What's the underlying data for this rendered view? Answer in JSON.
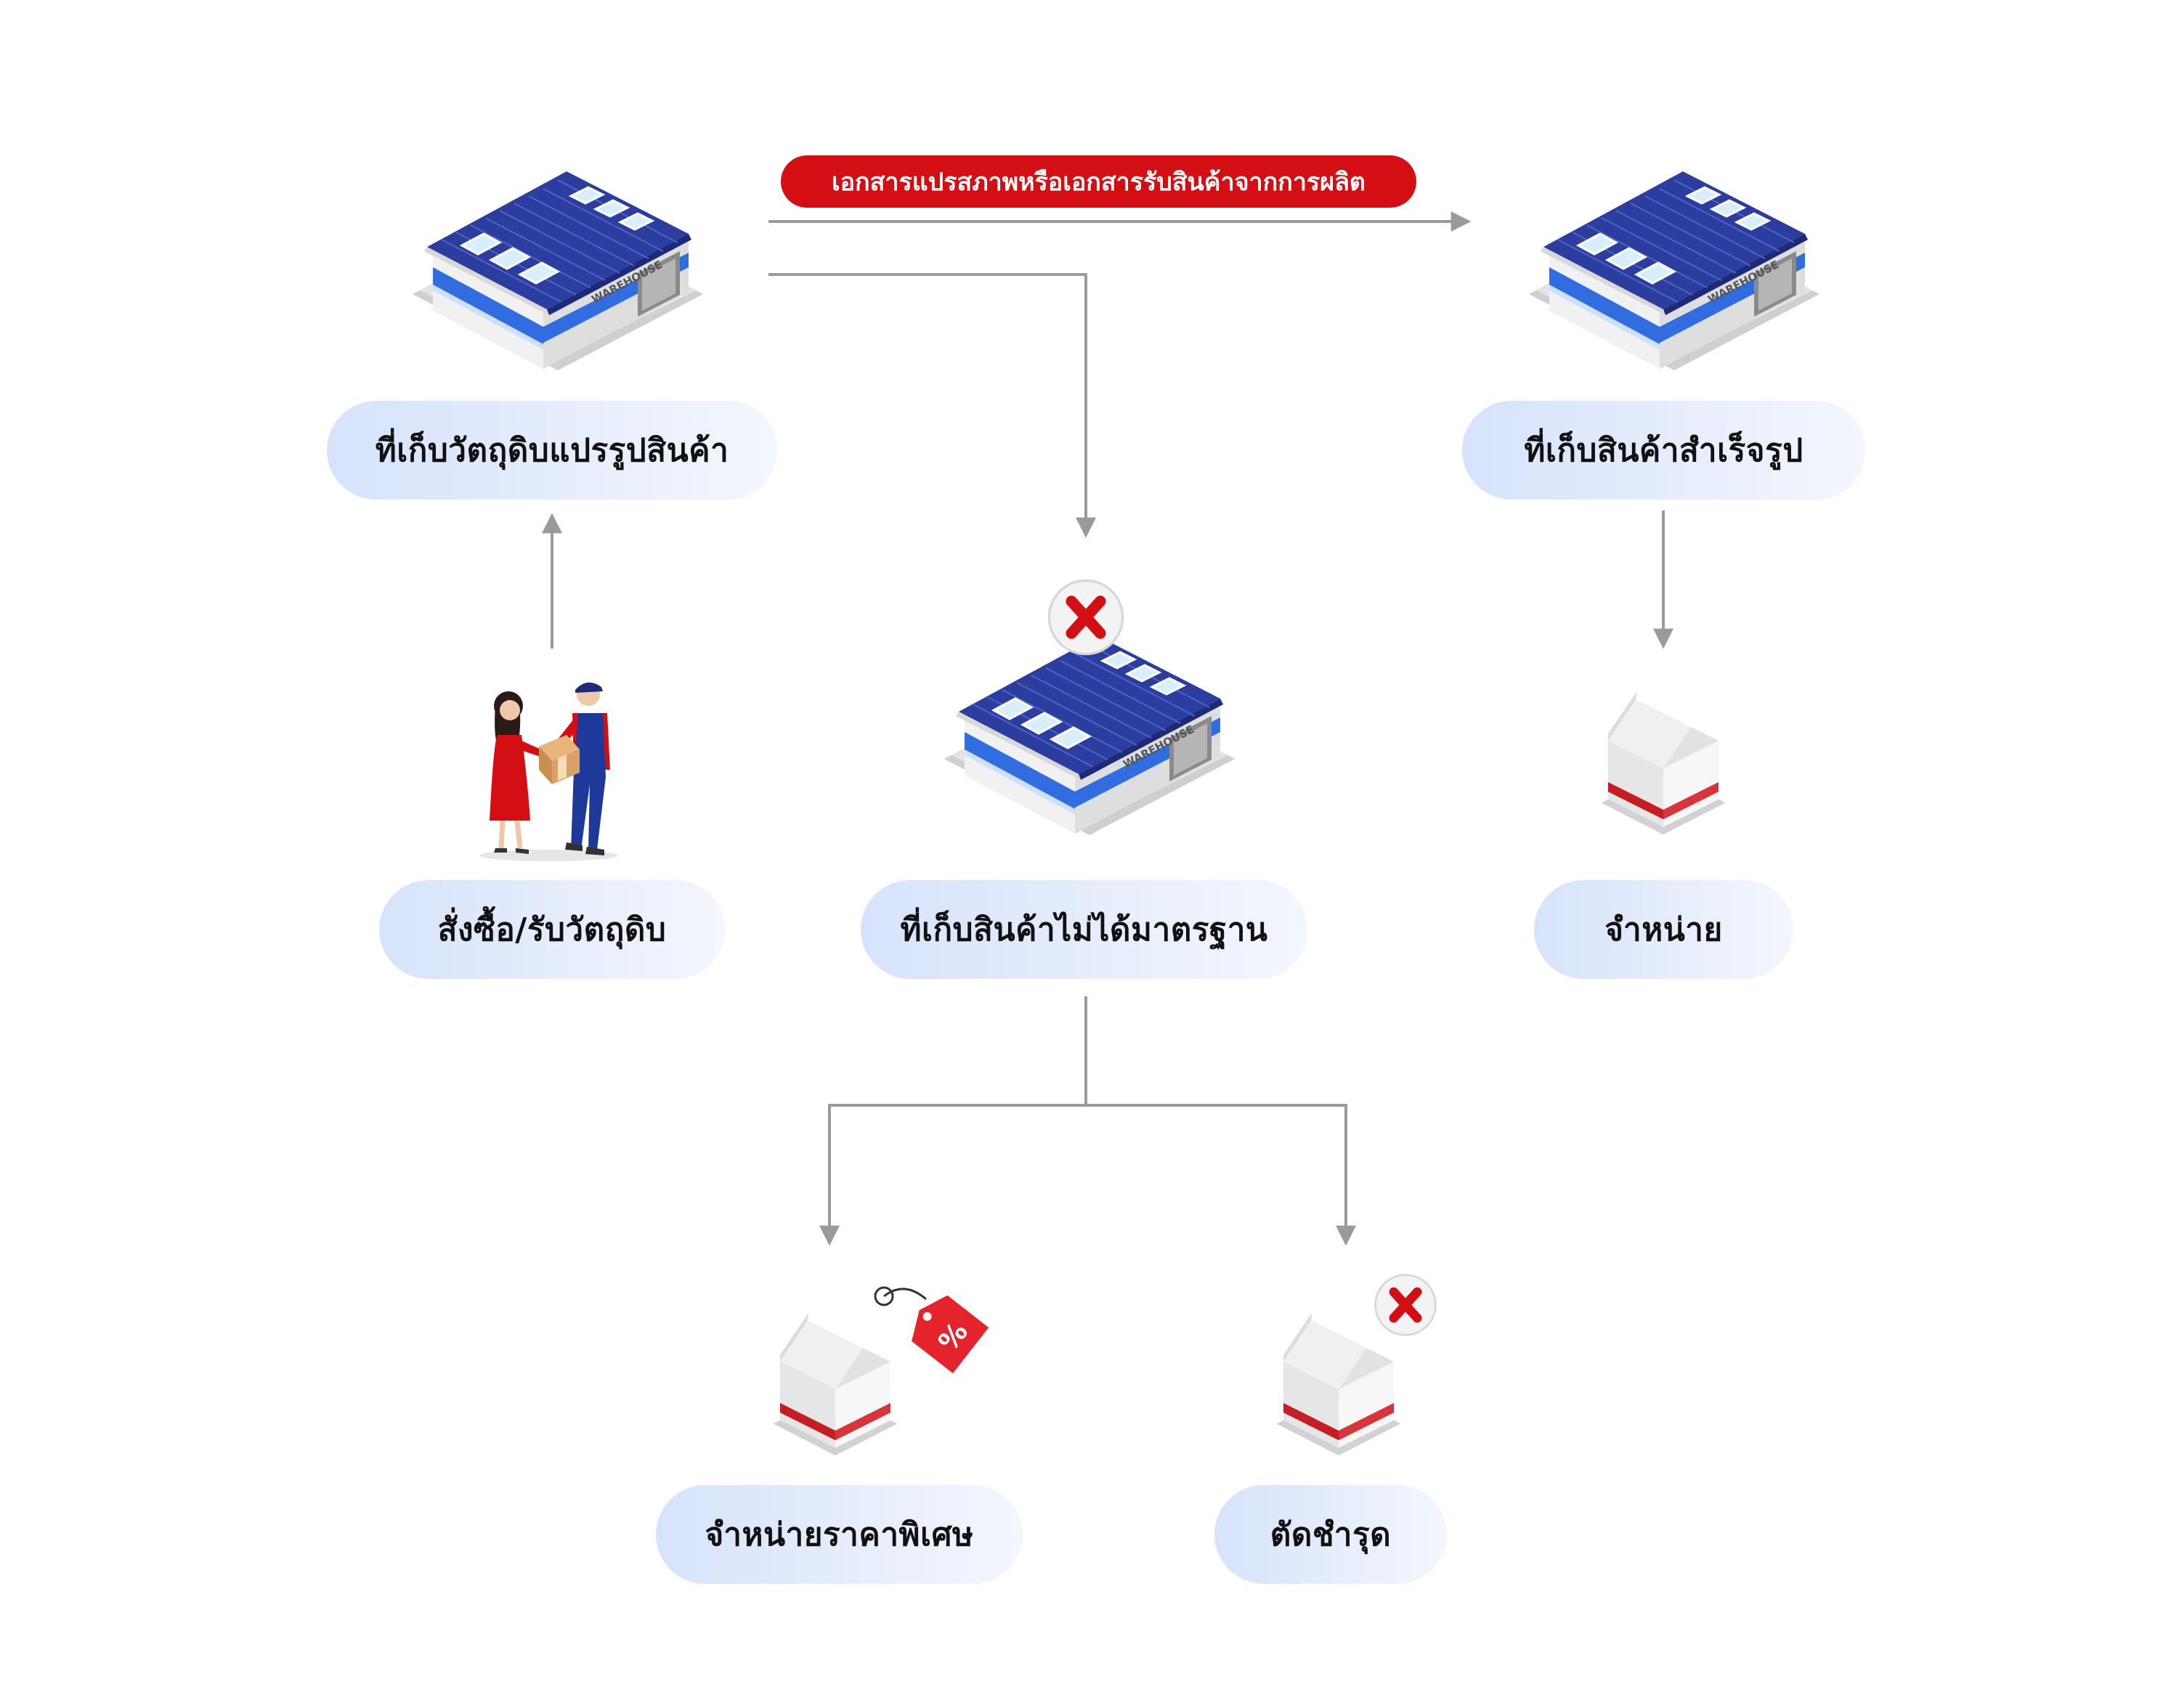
{
  "colors": {
    "pill_bg": "#dce7fb",
    "pill_text": "#111111",
    "accent_red": "#d40f14",
    "connector": "#9a9a9a",
    "roof_blue": "#2b3d9e",
    "stripe_blue": "#2f6de0"
  },
  "nodes": {
    "raw_storage": {
      "label": "ที่เก็บวัตถุดิบแปรรูปสินค้า",
      "icon": "warehouse-icon"
    },
    "finished_storage": {
      "label": "ที่เก็บสินค้าสำเร็จรูป",
      "icon": "warehouse-icon"
    },
    "nonstandard_storage": {
      "label": "ที่เก็บสินค้าไม่ได้มาตรฐาน",
      "icon": "warehouse-rejected-icon"
    },
    "purchase": {
      "label": "สั่งซื้อ/รับวัตถุดิบ",
      "icon": "delivery-handover-icon"
    },
    "sell": {
      "label": "จำหน่าย",
      "icon": "milk-carton-icon"
    },
    "sell_discount": {
      "label": "จำหน่ายราคาพิเศษ",
      "icon": "milk-carton-discount-icon"
    },
    "write_off": {
      "label": "ตัดชำรุด",
      "icon": "milk-carton-rejected-icon"
    }
  },
  "edges": {
    "transform_doc": "เอกสารแปรสภาพหรือเอกสารรับสินค้าจากการผลิต"
  }
}
